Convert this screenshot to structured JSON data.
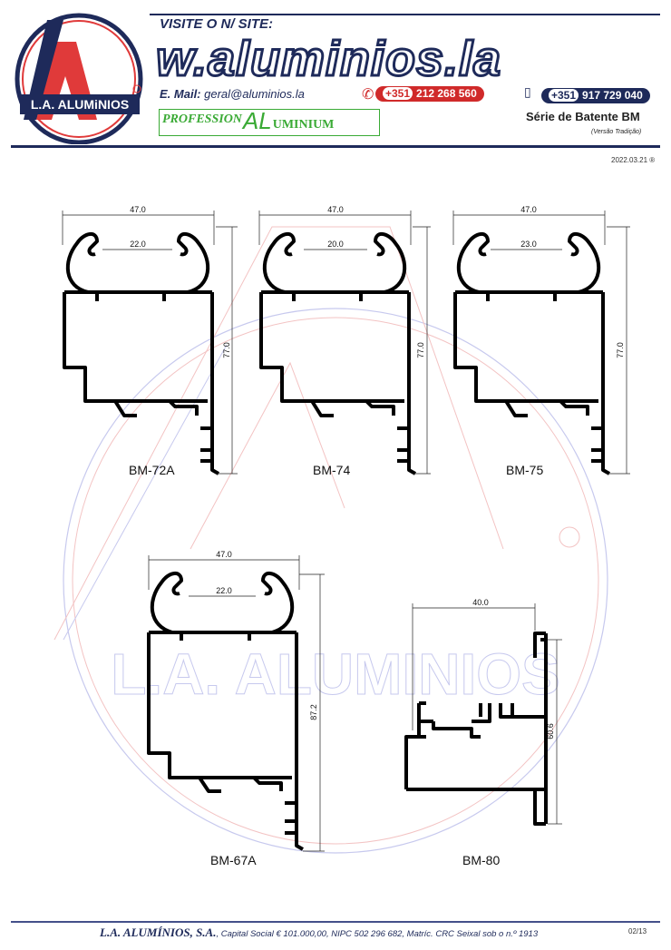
{
  "header": {
    "logo_text": "L.A. ALUMiNIOS",
    "visit": "VISITE O N/ SITE:",
    "site": "w.aluminios.la",
    "email_label": "E. Mail:",
    "email": "geral@aluminios.la",
    "phone1_prefix": "+351",
    "phone1": "212 268 560",
    "phone2_prefix": "+351",
    "phone2": "917 729 040",
    "profession_a": "PROFESSION",
    "profession_b": "AL",
    "profession_c": "UMINIUM",
    "series": "Série de Batente BM",
    "version": "(Versão Tradição)",
    "date": "2022.03.21 ®"
  },
  "profiles": [
    {
      "name": "BM-72A",
      "width": "47.0",
      "inner": "22.0",
      "height": "77.0"
    },
    {
      "name": "BM-74",
      "width": "47.0",
      "inner": "20.0",
      "height": "77.0"
    },
    {
      "name": "BM-75",
      "width": "47.0",
      "inner": "23.0",
      "height": "77.0"
    },
    {
      "name": "BM-67A",
      "width": "47.0",
      "inner": "22.0",
      "height": "87.2"
    },
    {
      "name": "BM-80",
      "width": "40.0",
      "height": "60.6"
    }
  ],
  "watermark": "L.A. ALUMINIOS",
  "footer": {
    "company": "L.A. ALUMÍNIOS, S.A.",
    "text": ", Capital Social € 101.000,00, NIPC 502 296 682, Matríc. CRC Seixal sob o n.º 1913",
    "page": "02/13"
  },
  "colors": {
    "navy": "#1e2a5a",
    "red": "#e03a3a",
    "green": "#3aaa35"
  }
}
